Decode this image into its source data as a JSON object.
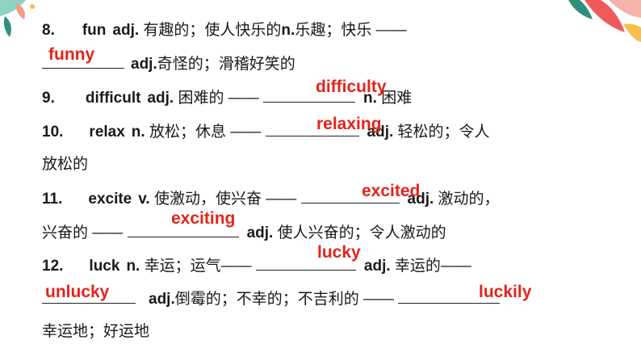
{
  "lines": [
    {
      "id": "l1",
      "segs": [
        {
          "t": "8.",
          "b": true
        },
        {
          "gap": 34
        },
        {
          "t": "fun",
          "b": true
        },
        {
          "gap": 8
        },
        {
          "t": "adj.",
          "b": true
        },
        {
          "t": " 有趣的；使人快乐的"
        },
        {
          "t": "n.",
          "b": true
        },
        {
          "t": "乐趣；快乐 ——"
        }
      ]
    },
    {
      "id": "l2",
      "segs": [
        {
          "blank": 102
        },
        {
          "gap": 8
        },
        {
          "t": "adj.",
          "b": true
        },
        {
          "t": "奇怪的；滑稽好笑的"
        }
      ]
    },
    {
      "id": "l3",
      "segs": [
        {
          "t": "9.",
          "b": true
        },
        {
          "gap": 38
        },
        {
          "t": "difficult",
          "b": true
        },
        {
          "gap": 8
        },
        {
          "t": "adj.",
          "b": true
        },
        {
          "t": " 困难的 —— "
        },
        {
          "blank": 114
        },
        {
          "gap": 10
        },
        {
          "t": "n.",
          "b": true
        },
        {
          "t": " 困难"
        }
      ]
    },
    {
      "id": "l4",
      "segs": [
        {
          "t": "10.",
          "b": true
        },
        {
          "gap": 32
        },
        {
          "t": "relax",
          "b": true
        },
        {
          "gap": 8
        },
        {
          "t": "n.",
          "b": true
        },
        {
          "t": " 放松；休息 —— "
        },
        {
          "blank": 116
        },
        {
          "gap": 10
        },
        {
          "t": "adj.",
          "b": true
        },
        {
          "t": " 轻松的；令人"
        }
      ]
    },
    {
      "id": "l5",
      "segs": [
        {
          "t": "放松的"
        }
      ]
    },
    {
      "id": "l6",
      "segs": [
        {
          "t": "11.",
          "b": true
        },
        {
          "gap": 32
        },
        {
          "t": "excite",
          "b": true
        },
        {
          "gap": 8
        },
        {
          "t": "v.",
          "b": true
        },
        {
          "t": " 使激动，使兴奋 —— "
        },
        {
          "blank": 122
        },
        {
          "gap": 10
        },
        {
          "t": "adj.",
          "b": true
        },
        {
          "t": " 激动的，"
        }
      ]
    },
    {
      "id": "l7",
      "segs": [
        {
          "t": "兴奋的 —— "
        },
        {
          "blank": 138
        },
        {
          "gap": 10
        },
        {
          "t": "adj.",
          "b": true
        },
        {
          "t": " 使人兴奋的；令人激动的"
        }
      ]
    },
    {
      "id": "l8",
      "segs": [
        {
          "t": "12.",
          "b": true
        },
        {
          "gap": 32
        },
        {
          "t": "luck",
          "b": true
        },
        {
          "gap": 8
        },
        {
          "t": "n.",
          "b": true
        },
        {
          "t": " 幸运；运气—— "
        },
        {
          "blank": 124
        },
        {
          "gap": 10
        },
        {
          "t": "adj.",
          "b": true
        },
        {
          "t": " 幸运的——"
        }
      ]
    },
    {
      "id": "l9",
      "segs": [
        {
          "blank": 116
        },
        {
          "gap": 16
        },
        {
          "t": "adj.",
          "b": true
        },
        {
          "t": "倒霉的；不幸的；不吉利的 —— "
        },
        {
          "blank": 126
        }
      ]
    },
    {
      "id": "l10",
      "segs": [
        {
          "t": "幸运地；好运地"
        }
      ]
    }
  ],
  "answers": [
    "funny",
    "difficulty",
    "relaxing",
    "excited",
    "exciting",
    "lucky",
    "unlucky",
    "luckily"
  ],
  "colors": {
    "answer": "#e3241b",
    "text": "#1a1a1a"
  }
}
